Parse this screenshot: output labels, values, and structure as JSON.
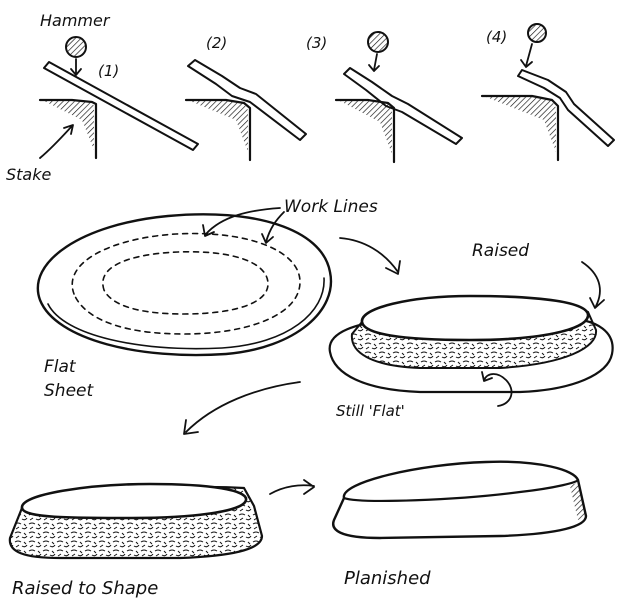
{
  "labels": {
    "hammer": "Hammer",
    "step1": "(1)",
    "step2": "(2)",
    "step3": "(3)",
    "step4": "(4)",
    "stake": "Stake",
    "work_lines": "Work Lines",
    "flat_sheet_line1": "Flat",
    "flat_sheet_line2": "Sheet",
    "raised": "Raised",
    "still_flat": "Still 'Flat'",
    "raised_to_shape": "Raised to Shape",
    "planished": "Planished"
  }
}
